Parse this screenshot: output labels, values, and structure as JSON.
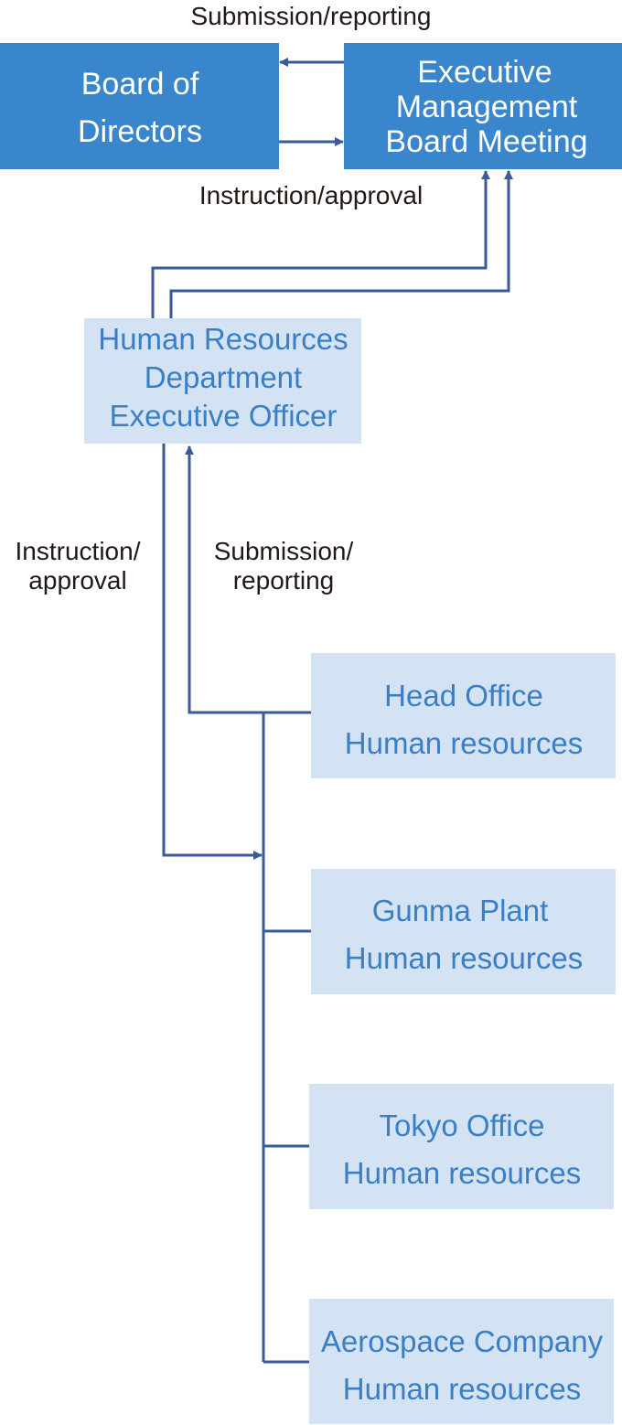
{
  "diagram": {
    "board_of_directors": {
      "line1": "Board of",
      "line2": "Directors"
    },
    "executive_board": {
      "line1": "Executive",
      "line2": "Management",
      "line3": "Board Meeting"
    },
    "hr_officer": {
      "line1": "Human Resources",
      "line2": "Department",
      "line3": "Executive Officer"
    },
    "top_label_submission": "Submission/reporting",
    "top_label_instruction": "Instruction/approval",
    "mid_label_instruction_1": "Instruction/",
    "mid_label_instruction_2": "approval",
    "mid_label_submission_1": "Submission/",
    "mid_label_submission_2": "reporting",
    "units": [
      {
        "line1": "Head Office",
        "line2": "Human resources"
      },
      {
        "line1": "Gunma Plant",
        "line2": "Human resources"
      },
      {
        "line1": "Tokyo Office",
        "line2": "Human resources"
      },
      {
        "line1": "Aerospace Company",
        "line2": "Human resources"
      }
    ],
    "colors": {
      "dark_box": "#3a86cc",
      "light_box": "#d3e3f4",
      "connector": "#3b5a9a",
      "text_dark": "#231815",
      "text_light_box": "#3a7fc6"
    }
  }
}
